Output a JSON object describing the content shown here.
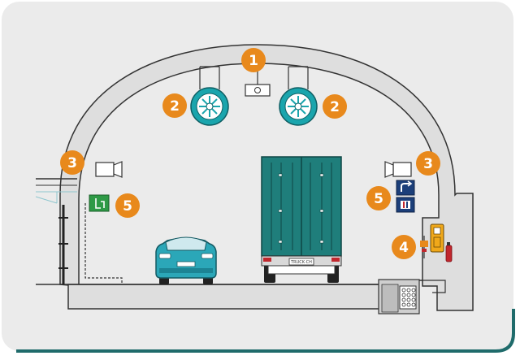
{
  "diagram": {
    "colors": {
      "panel": "#ebebeb",
      "border": "#1f6b6b",
      "vault": "#dedede",
      "road": "#dedede",
      "badge": "#e8891c",
      "fan": "#1aa5ad",
      "car": "#2ba7b8",
      "truck": "#1f7e7b",
      "sign_green": "#2e9a46",
      "sign_blue": "#1c3f7a",
      "sign_red": "#c1272d",
      "extinguisher": "#c1272d",
      "cabinet": "#f0a81a"
    },
    "callouts": [
      {
        "id": "lighting",
        "label": "1",
        "icon": "ceiling-light-icon"
      },
      {
        "id": "fan-left",
        "label": "2",
        "icon": "jet-fan-icon"
      },
      {
        "id": "fan-right",
        "label": "2",
        "icon": "jet-fan-icon"
      },
      {
        "id": "camera-left",
        "label": "3",
        "icon": "cctv-camera-icon"
      },
      {
        "id": "camera-right",
        "label": "3",
        "icon": "cctv-camera-icon"
      },
      {
        "id": "emergency-sign",
        "label": "5",
        "icon": "emergency-exit-sign-icon"
      },
      {
        "id": "traffic-signs",
        "label": "5",
        "icon": "lane-signal-icon"
      },
      {
        "id": "sos-station",
        "label": "4",
        "icon": "emergency-station-icon"
      }
    ],
    "vehicles": [
      {
        "id": "car",
        "icon": "car-icon"
      },
      {
        "id": "truck",
        "icon": "truck-icon",
        "plate_text": "TRUCK·CH"
      }
    ]
  }
}
